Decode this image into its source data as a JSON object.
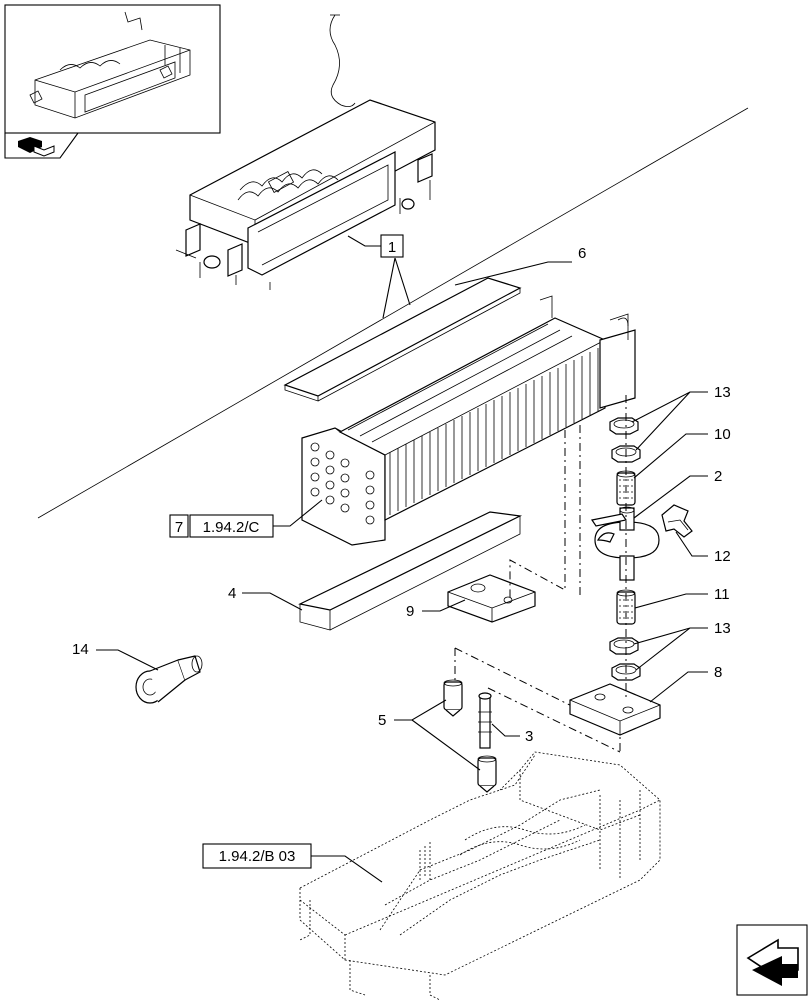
{
  "callouts": {
    "c1": "1",
    "c2": "2",
    "c3": "3",
    "c4": "4",
    "c5": "5",
    "c6": "6",
    "c7": "7",
    "c8": "8",
    "c9": "9",
    "c10": "10",
    "c11": "11",
    "c12": "12",
    "c13a": "13",
    "c13b": "13",
    "c14": "14"
  },
  "references": {
    "ref_c": "1.94.2/C",
    "ref_b03": "1.94.2/B 03"
  },
  "icons": {
    "thumbnail": "assembly-thumbnail-icon",
    "orientation": "orientation-arrow-icon",
    "next": "next-page-arrow-icon"
  },
  "colors": {
    "line": "#000000",
    "background": "#ffffff"
  }
}
